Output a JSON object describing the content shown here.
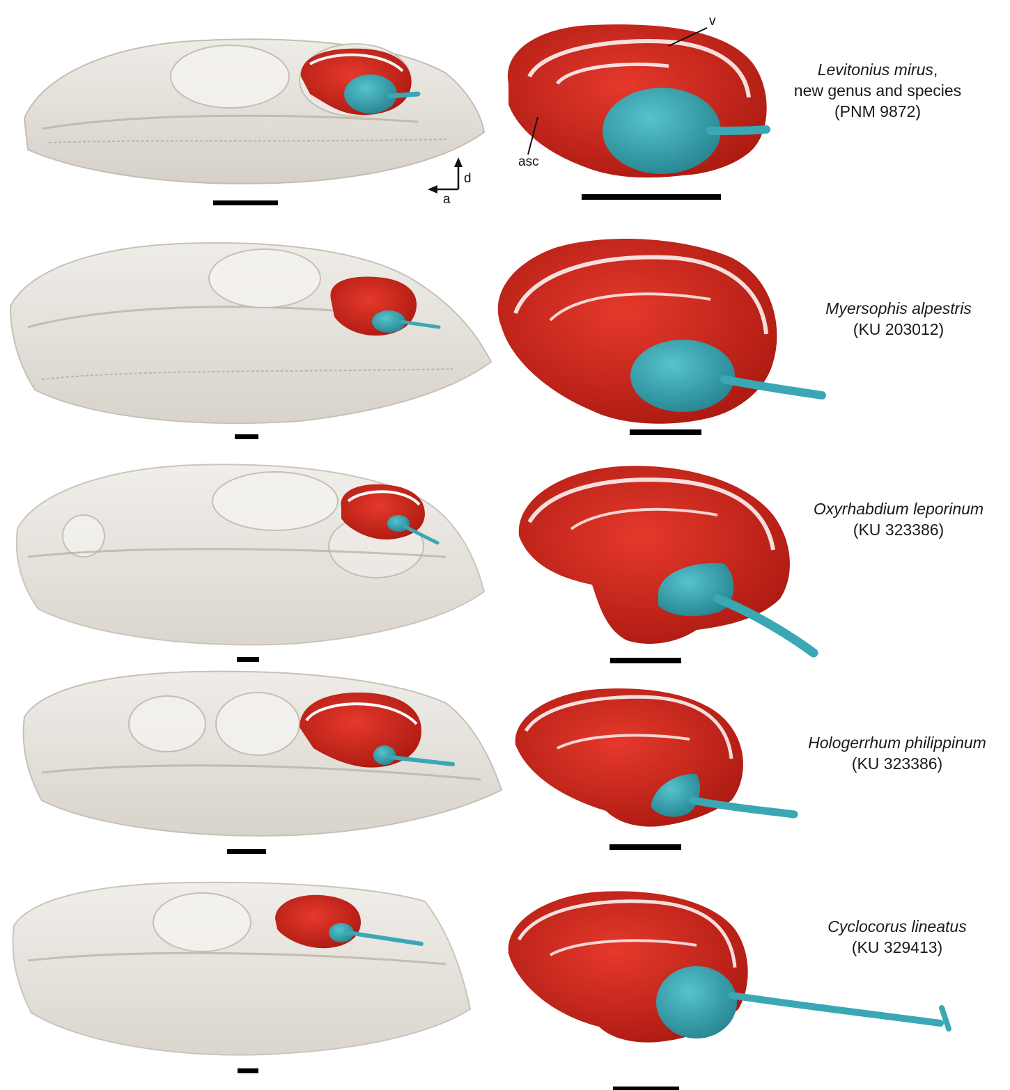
{
  "colors": {
    "skull": "#d8d3cb",
    "skull_edge": "#b7b0a4",
    "vestibule": "#d42a1f",
    "vestibule_dark": "#a81a12",
    "stapes": "#3aa8b4",
    "stapes_dark": "#23808c",
    "scale_bar": "#000000"
  },
  "orientation": {
    "dorsal": "d",
    "anterior": "a"
  },
  "annotations": {
    "vestibule": "v",
    "canal": "asc"
  },
  "specimens": [
    {
      "name": "Levitonius mirus",
      "suffix": ",",
      "line2": "new genus and species",
      "catalog": "(PNM 9872)"
    },
    {
      "name": "Myersophis alpestris",
      "suffix": "",
      "line2": "",
      "catalog": "(KU 203012)"
    },
    {
      "name": "Oxyrhabdium leporinum",
      "suffix": "",
      "line2": "",
      "catalog": "(KU 323386)"
    },
    {
      "name": "Hologerrhum philippinum",
      "suffix": "",
      "line2": "",
      "catalog": "(KU 323386)"
    },
    {
      "name": "Cyclocorus lineatus",
      "suffix": "",
      "line2": "",
      "catalog": "(KU 329413)"
    }
  ]
}
